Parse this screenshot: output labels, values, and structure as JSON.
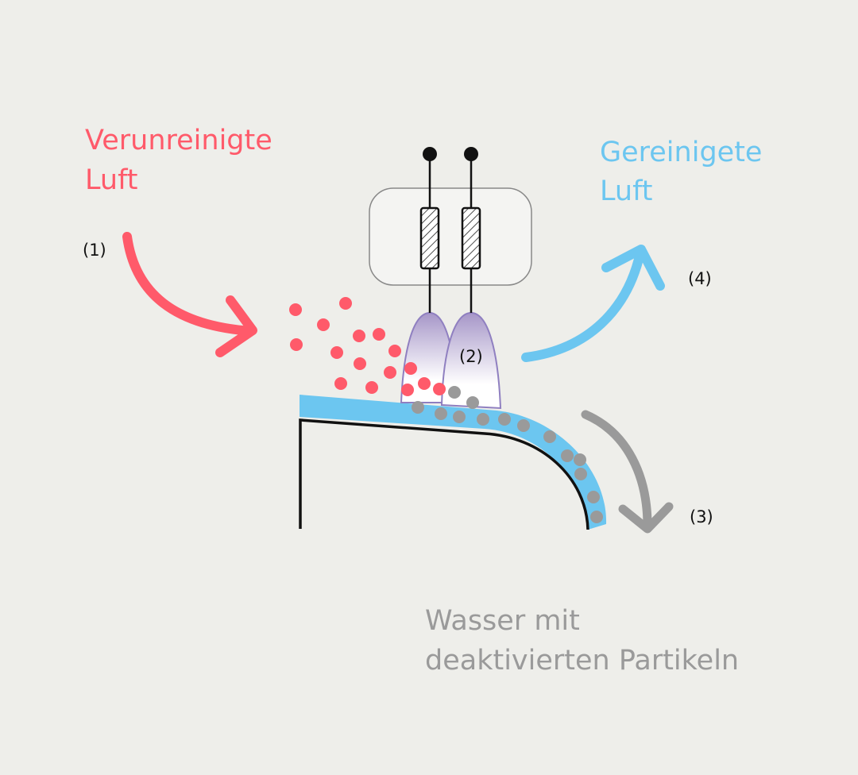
{
  "texts": {
    "polluted_air": [
      "Verunreinigte",
      "Luft"
    ],
    "clean_air": [
      "Gereinigete",
      "Luft"
    ],
    "water": [
      "Wasser mit",
      "deaktivierten Partikeln"
    ]
  },
  "labels": {
    "step1": "(1)",
    "step2": "(2)",
    "step3": "(3)",
    "step4": "(4)"
  },
  "colors": {
    "background": "#eeeeea",
    "polluted": "#ff5a6a",
    "clean": "#6cc6f0",
    "water_particles": "#9a9a9a",
    "plasma": "#a696c8"
  }
}
